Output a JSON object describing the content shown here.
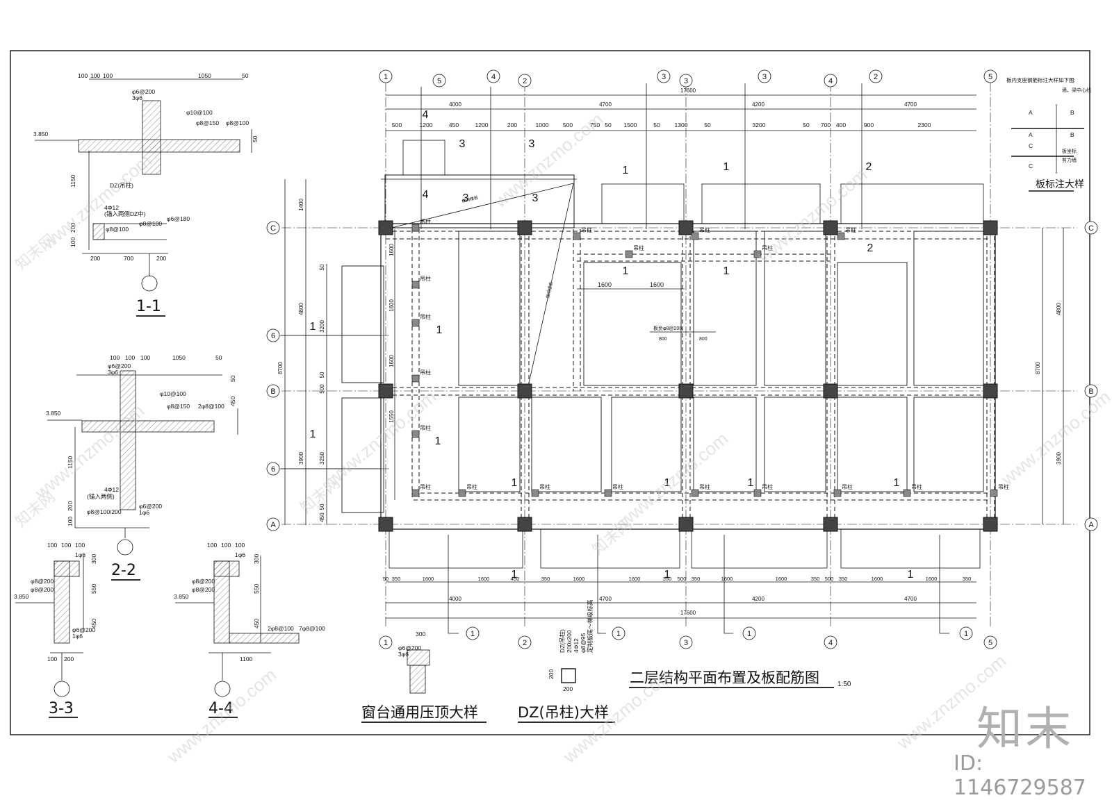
{
  "main": {
    "title": "二层结构平面布置及板配筋图",
    "scale": "1:50",
    "top_overall": "17600",
    "bottom_overall": "17600",
    "top_bays": [
      "4000",
      "4700",
      "4200",
      "4700"
    ],
    "bottom_bays": [
      "4000",
      "4700",
      "4200",
      "4700"
    ],
    "top_detail": [
      "500",
      "1200",
      "450",
      "1200",
      "200",
      "1000",
      "500",
      "750",
      "50",
      "1500",
      "50",
      "1300",
      "50",
      "3200",
      "50",
      "700",
      "400",
      "900",
      "2300"
    ],
    "bottom_detail": [
      "50",
      "350",
      "1600",
      "1600",
      "450",
      "350",
      "1600",
      "1600",
      "350",
      "500",
      "350",
      "1600",
      "1600",
      "350",
      "500",
      "350",
      "1600",
      "1600",
      "350"
    ],
    "top_axes": [
      "1",
      "5",
      "4",
      "2",
      "3",
      "3",
      "3",
      "4",
      "2",
      "5"
    ],
    "bottom_axes": [
      "1",
      "1",
      "2",
      "1",
      "3",
      "1",
      "4",
      "1",
      "5"
    ],
    "row_axes": [
      "C",
      "6",
      "B",
      "6",
      "A"
    ],
    "left_dims": [
      "1400",
      "4800",
      "8700",
      "3900",
      "450",
      "3200",
      "1600",
      "1600",
      "1600",
      "1550",
      "3250",
      "50",
      "50",
      "50",
      "500"
    ],
    "right_dims": [
      "4800",
      "8700",
      "3900"
    ],
    "hanger_label": "吊柱",
    "slab_note": "板负φ8@200",
    "slab_dims": [
      "1600",
      "1600",
      "800",
      "800"
    ],
    "slab_ids": [
      "1",
      "2",
      "3",
      "4"
    ],
    "stair_note": "梯间楼板"
  },
  "detail_1_1": {
    "label": "1-1",
    "elev": "3.850",
    "dims": [
      "100",
      "100",
      "100",
      "1050",
      "50",
      "1150",
      "200",
      "100",
      "200",
      "700",
      "200",
      "50"
    ],
    "rebar": [
      "φ6@200",
      "3φ6",
      "φ10@100",
      "φ8@150",
      "φ8@100",
      "DZ(吊柱)",
      "4Φ12",
      "(锚入两侧DZ中)",
      "φ6@180",
      "φ8@100",
      "φ8@100"
    ]
  },
  "detail_2_2": {
    "label": "2-2",
    "elev": "3.850",
    "dims": [
      "100",
      "100",
      "100",
      "1050",
      "50",
      "1150",
      "200",
      "100",
      "450",
      "50"
    ],
    "rebar": [
      "φ6@200",
      "3φ6",
      "φ10@100",
      "φ8@150",
      "2φ8@100",
      "4Φ12",
      "(锚入两侧)",
      "φ8@100/200",
      "φ6@200",
      "1φ6"
    ]
  },
  "detail_3_3": {
    "label": "3-3",
    "elev": "3.850",
    "dims": [
      "100",
      "100",
      "100",
      "300",
      "550",
      "450",
      "100",
      "200"
    ],
    "rebar": [
      "1φ6",
      "φ8@200",
      "φ8@200",
      "φ6@200",
      "1φ6"
    ]
  },
  "detail_4_4": {
    "label": "4-4",
    "elev": "3.850",
    "dims": [
      "100",
      "100",
      "100",
      "300",
      "550",
      "450",
      "1100"
    ],
    "rebar": [
      "1φ6",
      "φ8@200",
      "φ8@200",
      "2φ8@100",
      "7φ8@100"
    ]
  },
  "sill_detail": {
    "label": "窗台通用压顶大样",
    "dims": [
      "300"
    ],
    "rebar": [
      "φ6@200",
      "3φ6"
    ]
  },
  "column_detail": {
    "label": "DZ(吊柱)大样",
    "dims": [
      "200",
      "200"
    ],
    "rebar": [
      "DZ(吊柱)",
      "200x200",
      "4Φ12",
      "φ8@95",
      "定制板底～梯级标高"
    ]
  },
  "slab_mark": {
    "label": "板标注大样",
    "note": "板内支座钢筋标注大样如下图:",
    "letters": [
      "A",
      "B",
      "C",
      "A",
      "B",
      "C"
    ],
    "notes": [
      "墙、梁中心线",
      "板坐标",
      "剪力墙"
    ]
  },
  "watermark": {
    "text": "www.znzmo.com",
    "brand": "知末网"
  },
  "logo": "知末",
  "id_text": "ID: 1146729587"
}
